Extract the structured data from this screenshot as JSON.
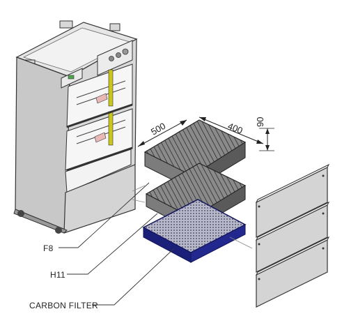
{
  "dimensions": {
    "length": "500",
    "width": "400",
    "height": "90"
  },
  "labels": {
    "f8": "F8",
    "h11": "H11",
    "carbon": "CARBON FILTER"
  },
  "colors": {
    "carbon_frame": "#1a1f7a",
    "metal": "#cfcfcf",
    "metal_dark": "#8e8e8e",
    "filter_media": "#6b6b6b",
    "accent_yellow": "#c9c61e",
    "accent_pink": "#e9b8b4"
  }
}
